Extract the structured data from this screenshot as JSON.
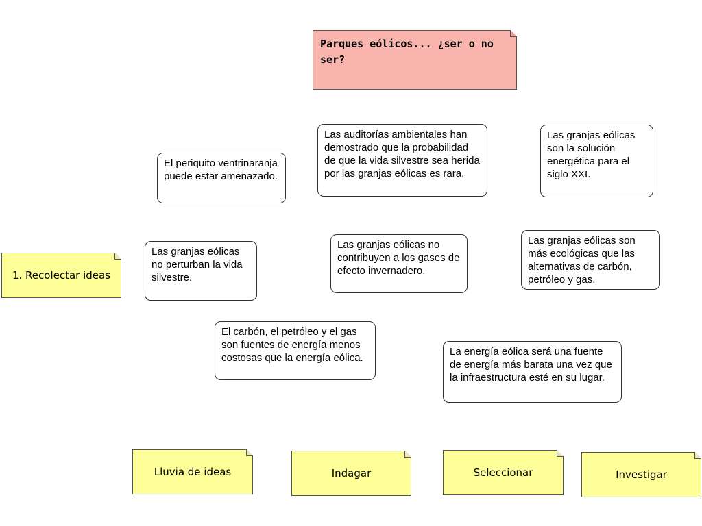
{
  "title_note": {
    "text": "Parques eólicos... ¿ser o no ser?",
    "color": "#f9b4ad"
  },
  "side_note": {
    "text": "1. Recolectar ideas",
    "color": "#ffff99"
  },
  "idea_cards": [
    {
      "text": "Las auditorías ambientales han demostrado que la probabilidad de que la vida silvestre sea herida por las granjas eólicas es rara."
    },
    {
      "text": "Las granjas eólicas son la solución energética para el siglo XXI."
    },
    {
      "text": "El periquito ventrinaranja puede estar amenazado."
    },
    {
      "text": "Las granjas eólicas no perturban la vida silvestre."
    },
    {
      "text": "Las granjas eólicas no contribuyen a los gases de efecto invernadero."
    },
    {
      "text": "Las granjas eólicas son más ecológicas que las alternativas de carbón, petróleo y gas."
    },
    {
      "text": "El carbón, el petróleo y el gas son fuentes de energía menos costosas que la energía eólica."
    },
    {
      "text": "La energía eólica será una fuente de energía más barata una vez que la infraestructura esté en su lugar."
    }
  ],
  "step_notes": [
    {
      "text": "Lluvia de ideas"
    },
    {
      "text": "Indagar"
    },
    {
      "text": "Seleccionar"
    },
    {
      "text": "Investigar"
    }
  ]
}
